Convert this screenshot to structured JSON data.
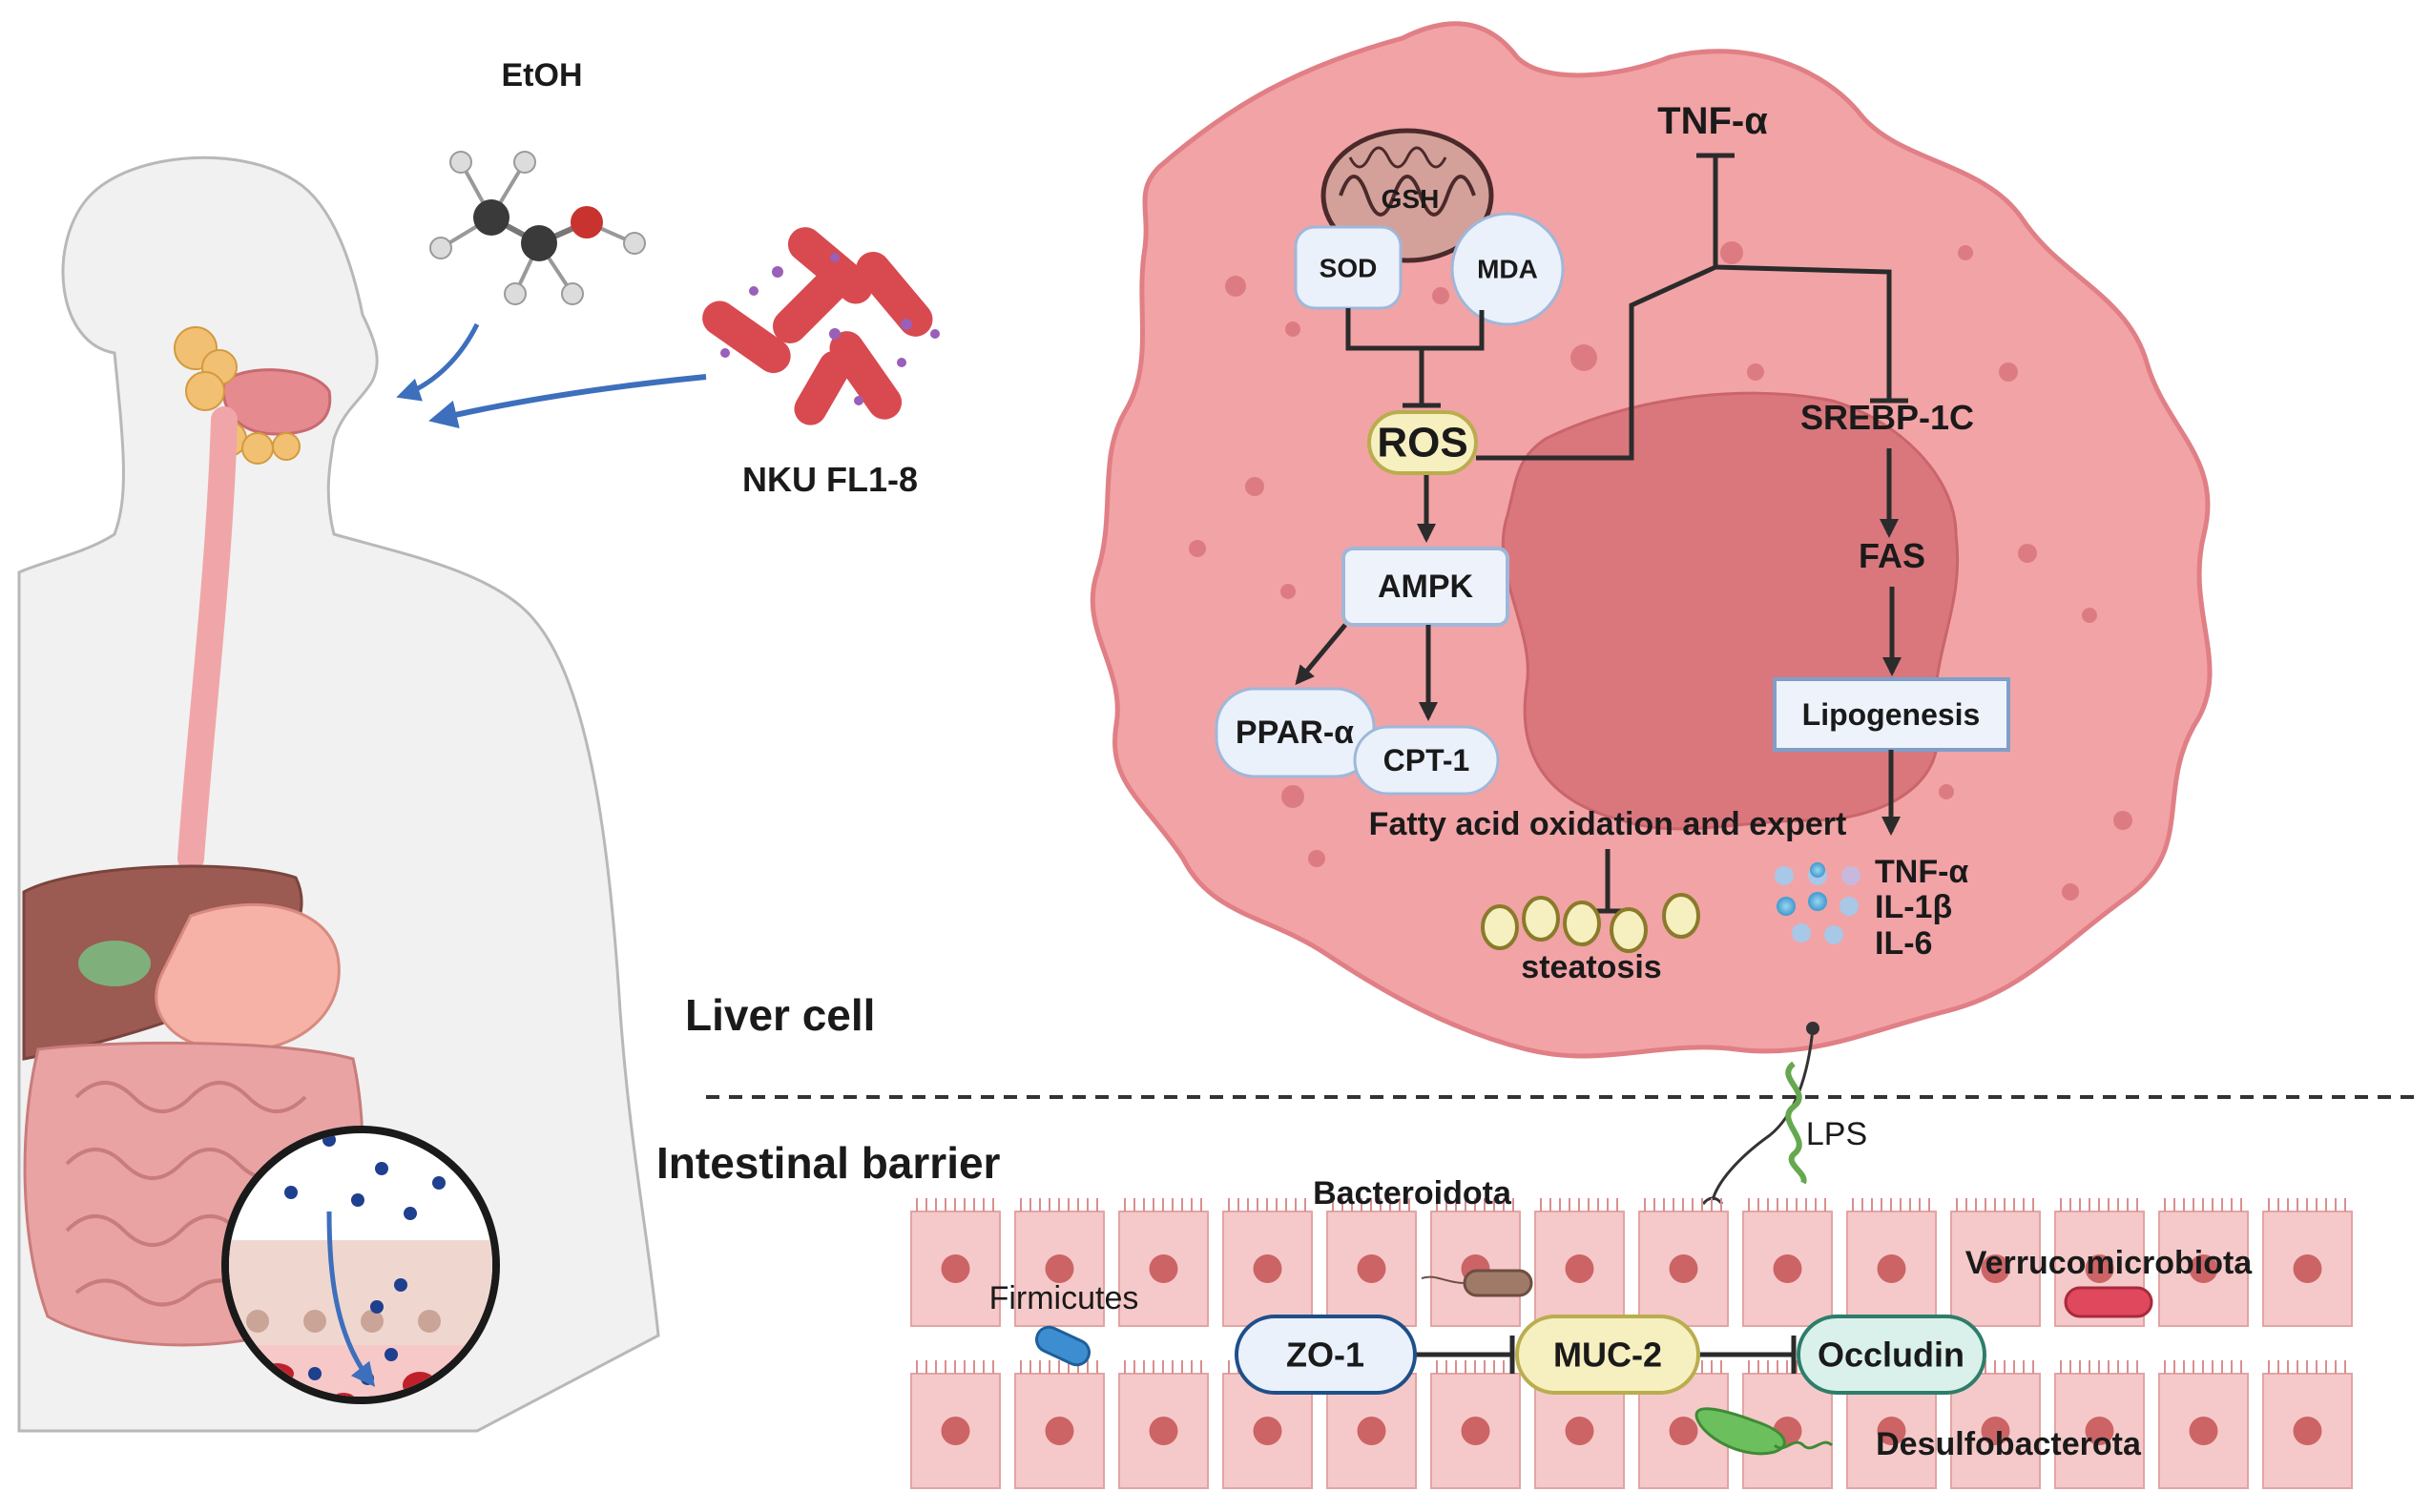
{
  "left_panel": {
    "etoh_label": "EtOH",
    "probiotic_label": "NKU FL1-8"
  },
  "liver_cell": {
    "mito_label": "GSH",
    "sod_label": "SOD",
    "mda_label": "MDA",
    "tnf_top_label": "TNF-α",
    "ros_label": "ROS",
    "srebp_label": "SREBP-1C",
    "ampk_label": "AMPK",
    "fas_label": "FAS",
    "ppar_label": "PPAR-α",
    "cpt_label": "CPT-1",
    "lipogenesis_label": "Lipogenesis",
    "fatty_acid_label": "Fatty acid oxidation and expert",
    "steatosis_label": "steatosis",
    "cytokines": [
      "TNF-α",
      "IL-1β",
      "IL-6"
    ],
    "section_title": "Liver cell"
  },
  "intestinal_barrier": {
    "section_title": "Intestinal barrier",
    "lps_label": "LPS",
    "bacteroidota_label": "Bacteroidota",
    "firmicutes_label": "Firmicutes",
    "verrucomicrobiota_label": "Verrucomicrobiota",
    "desulfobacterota_label": "Desulfobacterota",
    "zo1_label": "ZO-1",
    "muc2_label": "MUC-2",
    "occludin_label": "Occludin"
  },
  "colors": {
    "liver_cell_fill": "#f2a3a6",
    "liver_cell_stroke": "#e07f85",
    "nucleus_fill": "#d9777d",
    "box_fill": "#eaf1fb",
    "box_stroke": "#9fb7d9",
    "ros_fill": "#f6efbf",
    "ros_stroke": "#b9ad4e",
    "muc2_fill": "#f6efbf",
    "occludin_fill": "#d9f1ea",
    "enterocyte_fill": "#f5c9c9",
    "arrow_blue": "#3d6fbd"
  }
}
